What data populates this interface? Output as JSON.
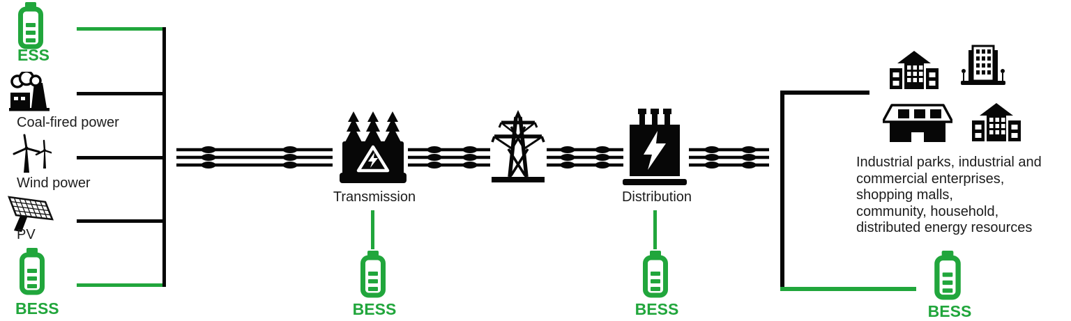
{
  "colors": {
    "green": "#21a63c",
    "line_black": "#070707",
    "text": "#1c1c1c"
  },
  "left_sources": [
    {
      "label": "ESS",
      "icon": "battery-icon"
    },
    {
      "label": "Coal-fired power",
      "icon": "factory-icon"
    },
    {
      "label": "Wind power",
      "icon": "wind-turbine-icon"
    },
    {
      "label": "PV",
      "icon": "solar-panel-icon"
    },
    {
      "label": "BESS",
      "icon": "battery-icon"
    }
  ],
  "grid": {
    "transmission": {
      "label": "Transmission",
      "bess_label": "BESS"
    },
    "tower_icon": "transmission-tower-icon",
    "distribution": {
      "label": "Distribution",
      "bess_label": "BESS"
    }
  },
  "consumers": {
    "bess_label": "BESS",
    "description_lines": [
      "Industrial parks, industrial and",
      "commercial enterprises,",
      "shopping malls,",
      "community, household,",
      "distributed energy resources"
    ]
  }
}
